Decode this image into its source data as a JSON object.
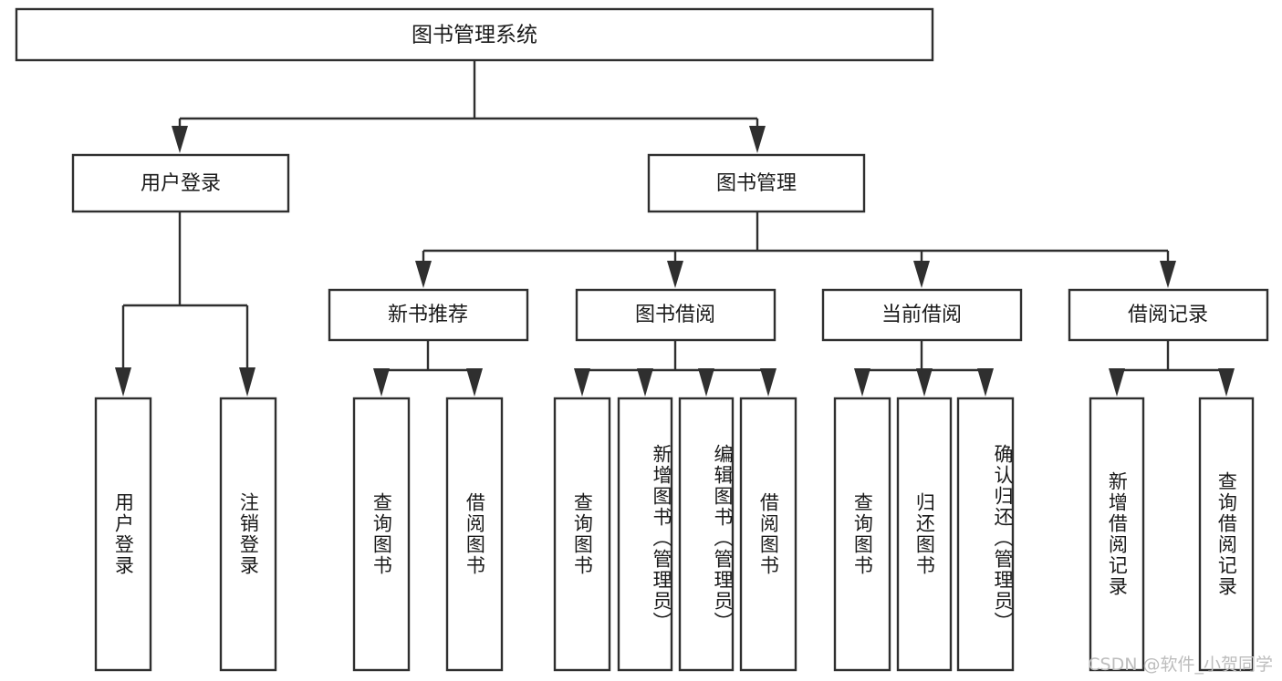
{
  "diagram": {
    "type": "tree",
    "title": "图书管理系统",
    "orientation": "top-down",
    "root": {
      "id": "root",
      "label": "图书管理系统"
    },
    "level1": [
      {
        "id": "user-login",
        "label": "用户登录"
      },
      {
        "id": "book-manage",
        "label": "图书管理"
      }
    ],
    "level2": [
      {
        "id": "new-book-recommend",
        "label": "新书推荐",
        "parent": "book-manage"
      },
      {
        "id": "book-borrow",
        "label": "图书借阅",
        "parent": "book-manage"
      },
      {
        "id": "current-borrow",
        "label": "当前借阅",
        "parent": "book-manage"
      },
      {
        "id": "borrow-record",
        "label": "借阅记录",
        "parent": "book-manage"
      }
    ],
    "leaves": [
      {
        "id": "leaf-user-login",
        "label": "用户登录",
        "parent": "user-login"
      },
      {
        "id": "leaf-user-logout",
        "label": "注销登录",
        "parent": "user-login"
      },
      {
        "id": "leaf-query-book-1",
        "label": "查询图书",
        "parent": "new-book-recommend"
      },
      {
        "id": "leaf-borrow-book-1",
        "label": "借阅图书",
        "parent": "new-book-recommend"
      },
      {
        "id": "leaf-query-book-2",
        "label": "查询图书",
        "parent": "book-borrow"
      },
      {
        "id": "leaf-add-book",
        "label": "新增图书（管理员）",
        "parent": "book-borrow"
      },
      {
        "id": "leaf-edit-book",
        "label": "编辑图书（管理员）",
        "parent": "book-borrow"
      },
      {
        "id": "leaf-borrow-book-2",
        "label": "借阅图书",
        "parent": "book-borrow"
      },
      {
        "id": "leaf-query-book-3",
        "label": "查询图书",
        "parent": "current-borrow"
      },
      {
        "id": "leaf-return-book",
        "label": "归还图书",
        "parent": "current-borrow"
      },
      {
        "id": "leaf-confirm-return",
        "label": "确认归还（管理员）",
        "parent": "current-borrow"
      },
      {
        "id": "leaf-add-record",
        "label": "新增借阅记录",
        "parent": "borrow-record"
      },
      {
        "id": "leaf-query-record",
        "label": "查询借阅记录",
        "parent": "borrow-record"
      }
    ],
    "colors": {
      "stroke": "#2f2f2f",
      "fill": "#ffffff",
      "text": "#1a1a1a",
      "background": "#ffffff",
      "watermark": "#bdbdbd"
    }
  },
  "watermark": {
    "text": "CSDN @软件_小贺同学"
  }
}
